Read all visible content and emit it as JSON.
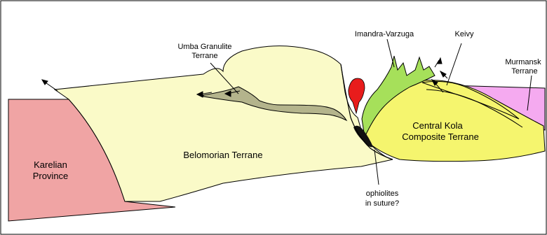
{
  "labels": {
    "karelian_line1": "Karelian",
    "karelian_line2": "Province",
    "belomorian": "Belomorian Terrane",
    "umba_line1": "Umba Granulite",
    "umba_line2": "Terrane",
    "imandra": "Imandra-Varzuga",
    "keivy": "Keivy",
    "murmansk_line1": "Murmansk",
    "murmansk_line2": "Terrane",
    "central_kola_line1": "Central Kola",
    "central_kola_line2": "Composite Terrane",
    "ophiolites_line1": "ophiolites",
    "ophiolites_line2": "in suture?"
  },
  "colors": {
    "karelian": "#f0a4a4",
    "belomorian": "#fafac8",
    "umba": "#b4b48c",
    "central_kola": "#f5f56e",
    "imandra": "#a6e05a",
    "murmansk": "#f5aaf0",
    "intrusion": "#e81c1c",
    "ophiolite": "#111111",
    "frame": "#000000"
  }
}
